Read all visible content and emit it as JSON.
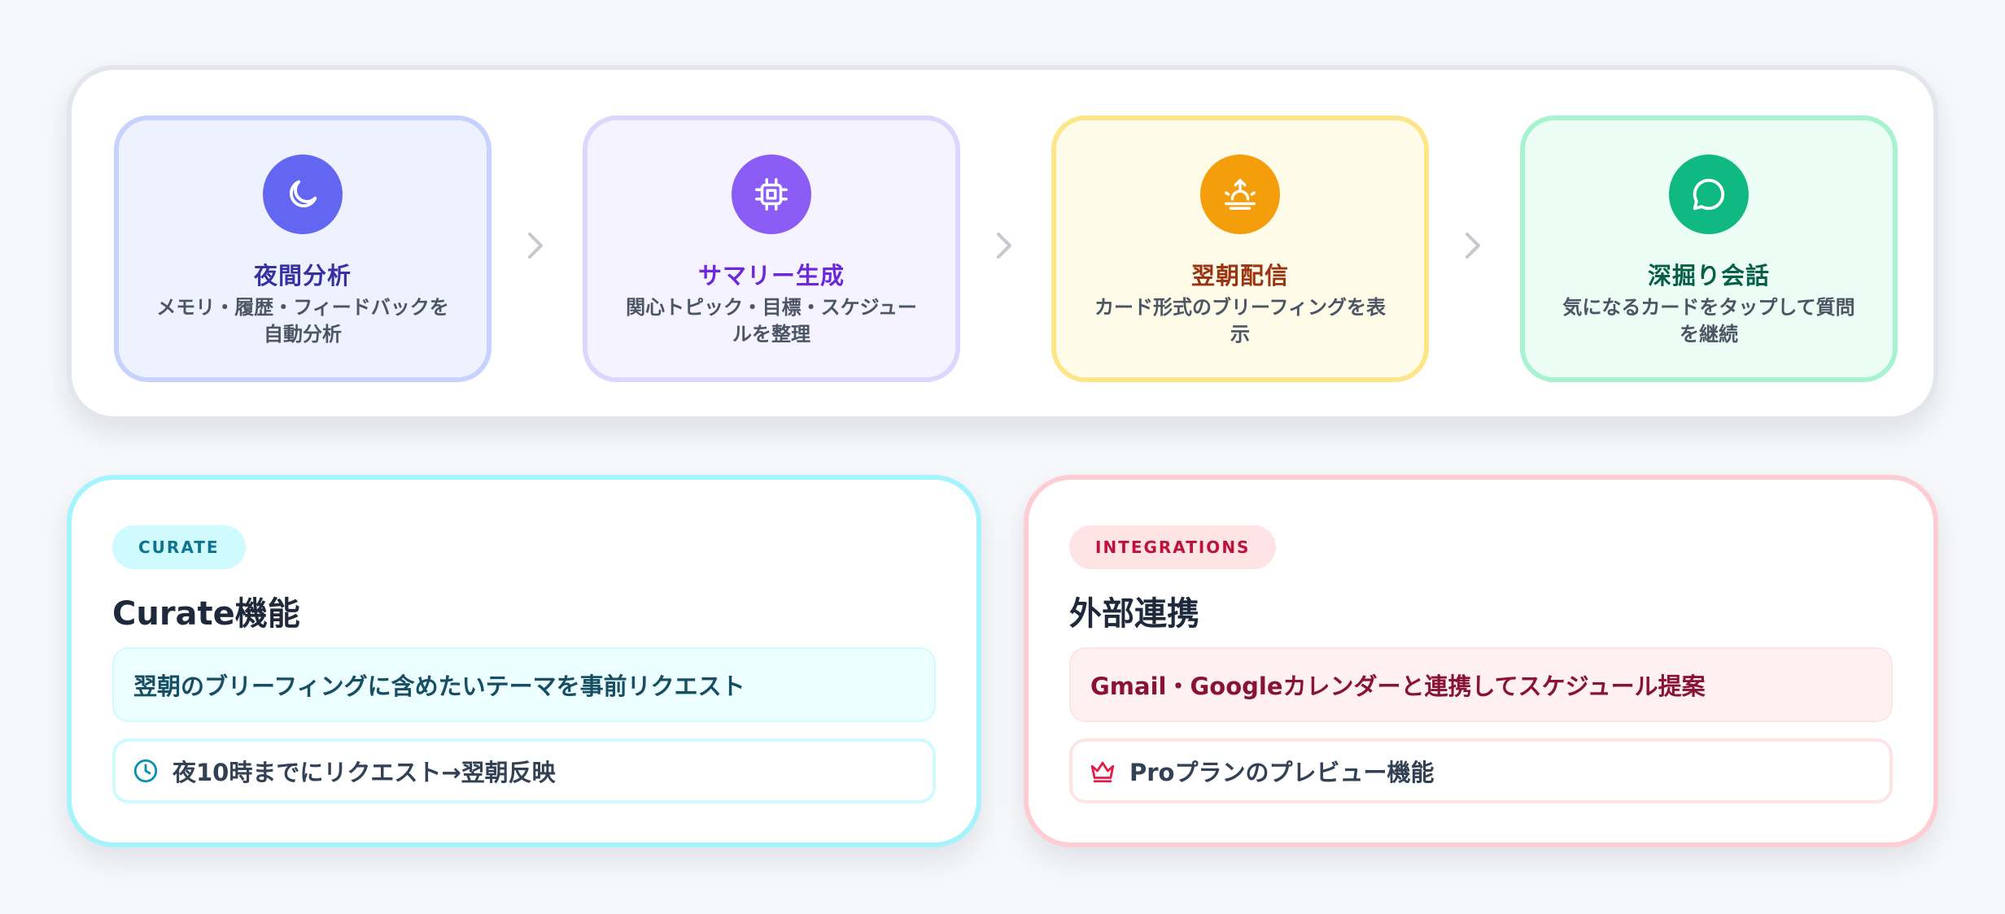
{
  "flow": {
    "steps": [
      {
        "title": "夜間分析",
        "desc": "メモリ・履歴・フィードバックを自動分析",
        "icon": "moon-icon",
        "colors": {
          "bg": "#eef2ff",
          "border": "#c7d2fe",
          "icon_bg": "#6366f1",
          "title": "#3730a3"
        }
      },
      {
        "title": "サマリー生成",
        "desc": "関心トピック・目標・スケジュールを整理",
        "icon": "chip-icon",
        "colors": {
          "bg": "#f5f3ff",
          "border": "#ddd6fe",
          "icon_bg": "#8b5cf6",
          "title": "#6d28d9"
        }
      },
      {
        "title": "翌朝配信",
        "desc": "カード形式のブリーフィングを表示",
        "icon": "sunrise-icon",
        "colors": {
          "bg": "#fefce8",
          "border": "#fde68a",
          "icon_bg": "#f59e0b",
          "title": "#9a3412"
        }
      },
      {
        "title": "深掘り会話",
        "desc": "気になるカードをタップして質問を継続",
        "icon": "chat-bubble-icon",
        "colors": {
          "bg": "#ecfdf5",
          "border": "#a7f3d0",
          "icon_bg": "#10b981",
          "title": "#065f46"
        }
      }
    ]
  },
  "cards": {
    "curate": {
      "badge": "CURATE",
      "title": "Curate機能",
      "highlight": "翌朝のブリーフィングに含めたいテーマを事前リクエスト",
      "note": "夜10時までにリクエスト→翌朝反映",
      "note_icon": "clock-icon",
      "colors": {
        "border": "#a5f3fc",
        "badge_bg": "#cffafe",
        "badge_text": "#0e7490",
        "highlight_bg": "#ecfeff",
        "highlight_border": "#cffafe",
        "highlight_text": "#164e63",
        "note_border": "#cffafe",
        "icon": "#0891b2"
      }
    },
    "integrations": {
      "badge": "INTEGRATIONS",
      "title": "外部連携",
      "highlight": "Gmail・Googleカレンダーと連携してスケジュール提案",
      "note": "Proプランのプレビュー機能",
      "note_icon": "crown-icon",
      "colors": {
        "border": "#fecdd3",
        "badge_bg": "#ffe4e6",
        "badge_text": "#be123c",
        "highlight_bg": "#fff1f2",
        "highlight_border": "#ffe4e6",
        "highlight_text": "#881337",
        "note_border": "#ffe4e6",
        "icon": "#e11d48"
      }
    }
  }
}
